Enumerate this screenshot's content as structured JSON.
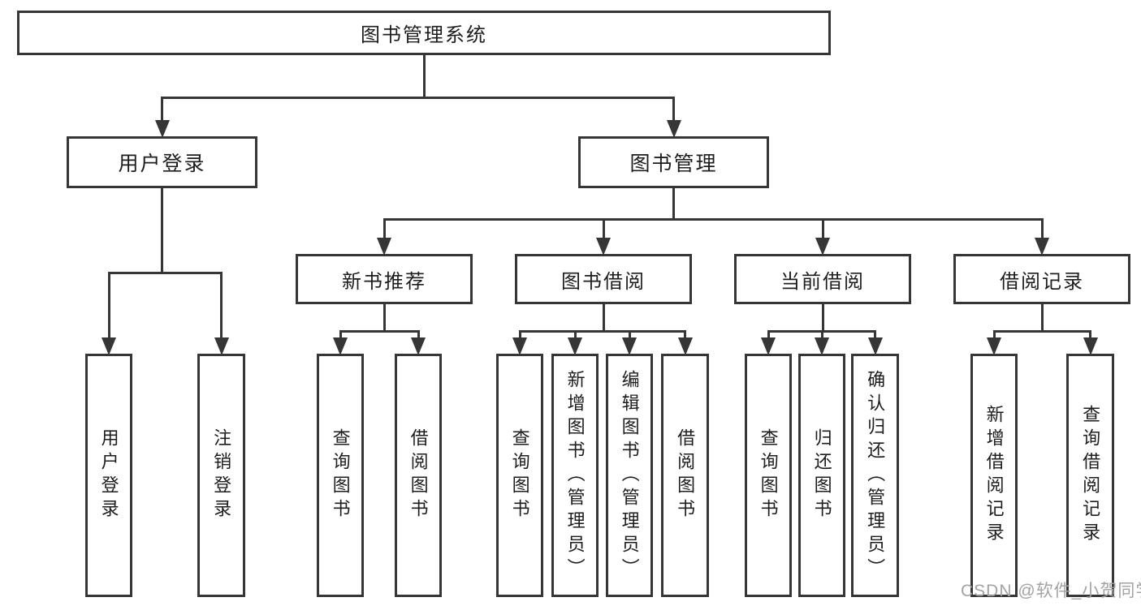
{
  "watermark": {
    "text": "CSDN @软件_小贺同学"
  },
  "colors": {
    "line": "#363636",
    "box_background": "#ffffff",
    "text": "#1d1d1d",
    "watermark": "#a3a3a3"
  },
  "diagram": {
    "title": "图书管理系统",
    "nodes": [
      {
        "id": "root",
        "label": "图书管理系统",
        "parent": null
      },
      {
        "id": "user-login",
        "label": "用户登录",
        "parent": "root"
      },
      {
        "id": "book-mgmt",
        "label": "图书管理",
        "parent": "root"
      },
      {
        "id": "login",
        "label": "用户登录",
        "parent": "user-login"
      },
      {
        "id": "logout",
        "label": "注销登录",
        "parent": "user-login"
      },
      {
        "id": "new-book-rec",
        "label": "新书推荐",
        "parent": "book-mgmt"
      },
      {
        "id": "book-borrow",
        "label": "图书借阅",
        "parent": "book-mgmt"
      },
      {
        "id": "current-borrow",
        "label": "当前借阅",
        "parent": "book-mgmt"
      },
      {
        "id": "borrow-records",
        "label": "借阅记录",
        "parent": "book-mgmt"
      },
      {
        "id": "rec-query-book",
        "label": "查询图书",
        "parent": "new-book-rec"
      },
      {
        "id": "rec-borrow-book",
        "label": "借阅图书",
        "parent": "new-book-rec"
      },
      {
        "id": "bb-query-book",
        "label": "查询图书",
        "parent": "book-borrow"
      },
      {
        "id": "bb-add-book",
        "label": "新增图书（管理员）",
        "parent": "book-borrow"
      },
      {
        "id": "bb-edit-book",
        "label": "编辑图书（管理员）",
        "parent": "book-borrow"
      },
      {
        "id": "bb-borrow-book",
        "label": "借阅图书",
        "parent": "book-borrow"
      },
      {
        "id": "cb-query-book",
        "label": "查询图书",
        "parent": "current-borrow"
      },
      {
        "id": "cb-return-book",
        "label": "归还图书",
        "parent": "current-borrow"
      },
      {
        "id": "cb-confirm-return",
        "label": "确认归还（管理员）",
        "parent": "current-borrow"
      },
      {
        "id": "br-add-record",
        "label": "新增借阅记录",
        "parent": "borrow-records"
      },
      {
        "id": "br-query-record",
        "label": "查询借阅记录",
        "parent": "borrow-records"
      }
    ]
  }
}
